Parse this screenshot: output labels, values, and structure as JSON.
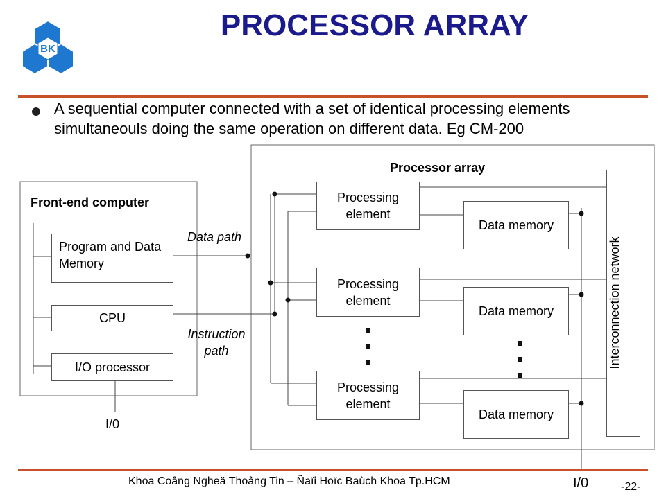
{
  "slide": {
    "title": "PROCESSOR ARRAY",
    "bullet": "A sequential computer connected with a set of identical processing elements simultaneouls doing the same operation on different data. Eg CM-200",
    "footer": "Khoa Coâng Ngheä Thoâng Tin – Ñaïi Hoïc Baùch Khoa Tp.HCM",
    "page_number": "-22-"
  },
  "logo": {
    "text": "BK",
    "color": "#1e78d0"
  },
  "colors": {
    "title": "#1a1a8c",
    "rule": "#c8502a"
  },
  "diagram": {
    "front_end": {
      "title": "Front-end computer",
      "memory": "Program and Data Memory",
      "cpu": "CPU",
      "io_processor": "I/O processor",
      "io_label": "I/0"
    },
    "data_path": "Data path",
    "instruction_path": "Instruction path",
    "array": {
      "title": "Processor array",
      "pe_label": "Processing element",
      "dm_label": "Data memory",
      "network": "Interconnection network",
      "io_label": "I/0"
    }
  }
}
